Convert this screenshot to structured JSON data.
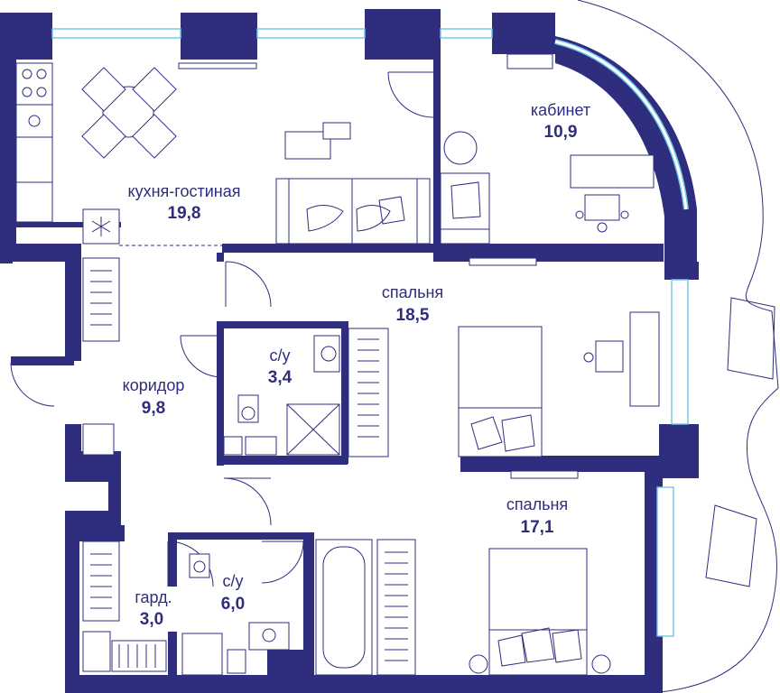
{
  "colors": {
    "wall": "#2e2d7e",
    "line": "#2e2d7e",
    "glass": "#6ec6e8",
    "text": "#2e2d7e"
  },
  "rooms": [
    {
      "id": "kitchen-living",
      "label": "кухня-гостиная",
      "area": "19,8"
    },
    {
      "id": "study",
      "label": "кабинет",
      "area": "10,9"
    },
    {
      "id": "bedroom-1",
      "label": "спальня",
      "area": "18,5"
    },
    {
      "id": "bathroom-1",
      "label": "с/у",
      "area": "3,4"
    },
    {
      "id": "corridor",
      "label": "коридор",
      "area": "9,8"
    },
    {
      "id": "bedroom-2",
      "label": "спальня",
      "area": "17,1"
    },
    {
      "id": "wardrobe",
      "label": "гард.",
      "area": "3,0"
    },
    {
      "id": "bathroom-2",
      "label": "с/у",
      "area": "6,0"
    }
  ]
}
